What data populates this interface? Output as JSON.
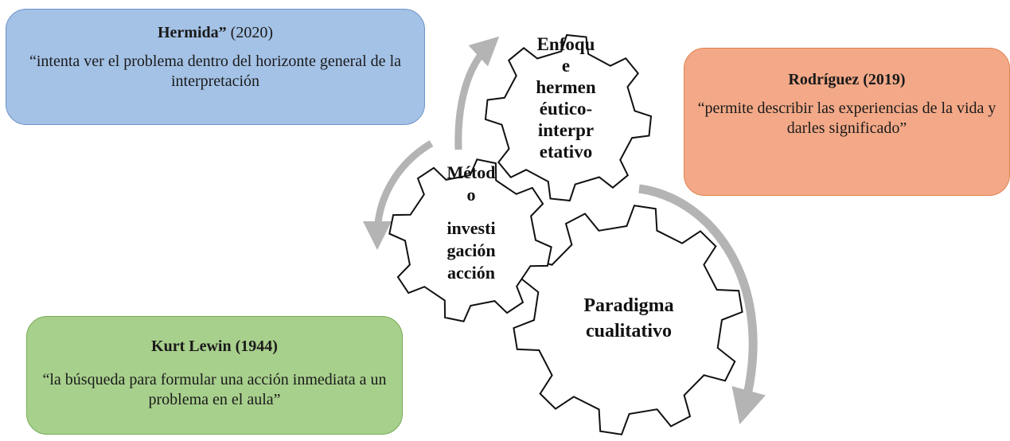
{
  "boxes": {
    "hermida": {
      "author": "Hermida”",
      "year": "(2020)",
      "quote": "“intenta ver el problema dentro del horizonte general de la interpretación",
      "color": "#a4c2e6"
    },
    "rodriguez": {
      "author": "Rodríguez (2019)",
      "quote": "“permite describir las experiencias de la vida y darles significado”",
      "color": "#f3a988"
    },
    "lewin": {
      "author": "Kurt Lewin (1944)",
      "quote": "“la búsqueda para formular una acción inmediata a un problema en el aula”",
      "color": "#a8d08d"
    }
  },
  "gears": {
    "enfoque": {
      "lines": [
        "Enfoqu",
        "e",
        "hermen",
        "éutico-",
        "interpr",
        "etativo"
      ]
    },
    "metodo": {
      "lines": [
        "Métod",
        "o",
        "investi",
        "gación",
        "acción"
      ]
    },
    "paradigma": {
      "lines": [
        "Paradigma",
        "cualitativo"
      ]
    }
  },
  "colors": {
    "arrow": "#b4b4b4",
    "gear_stroke": "#111111"
  }
}
